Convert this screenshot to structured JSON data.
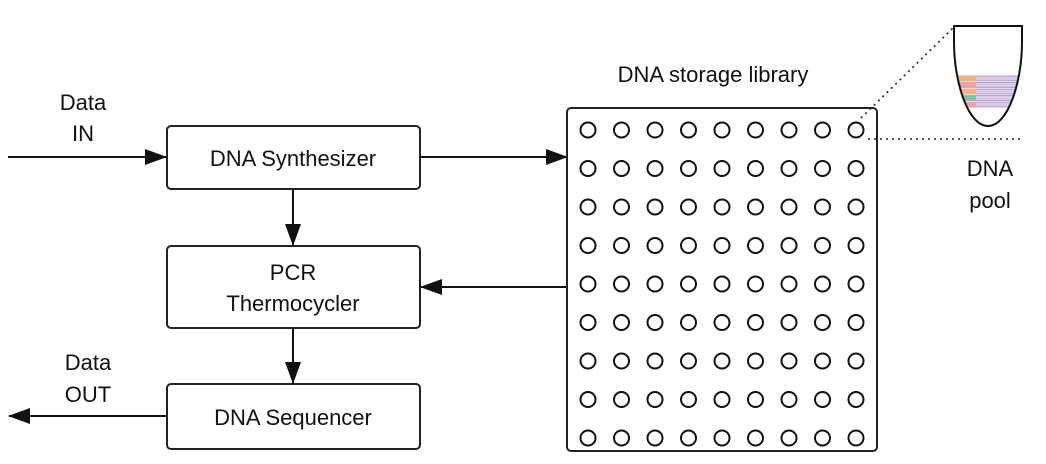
{
  "input": {
    "line1": "Data",
    "line2": "IN"
  },
  "output": {
    "line1": "Data",
    "line2": "OUT"
  },
  "synthesizer": {
    "label": "DNA Synthesizer"
  },
  "pcr": {
    "line1": "PCR",
    "line2": "Thermocycler"
  },
  "sequencer": {
    "label": "DNA Sequencer"
  },
  "library": {
    "title": "DNA storage library",
    "rows": 9,
    "cols": 9
  },
  "pool": {
    "line1": "DNA",
    "line2": "pool",
    "strand_colors": [
      "#f2b27a",
      "#f2a0a0",
      "#f2b27a",
      "#7fbfb0",
      "#f2a0a0"
    ],
    "strand_fill": "#dcc8ec"
  }
}
